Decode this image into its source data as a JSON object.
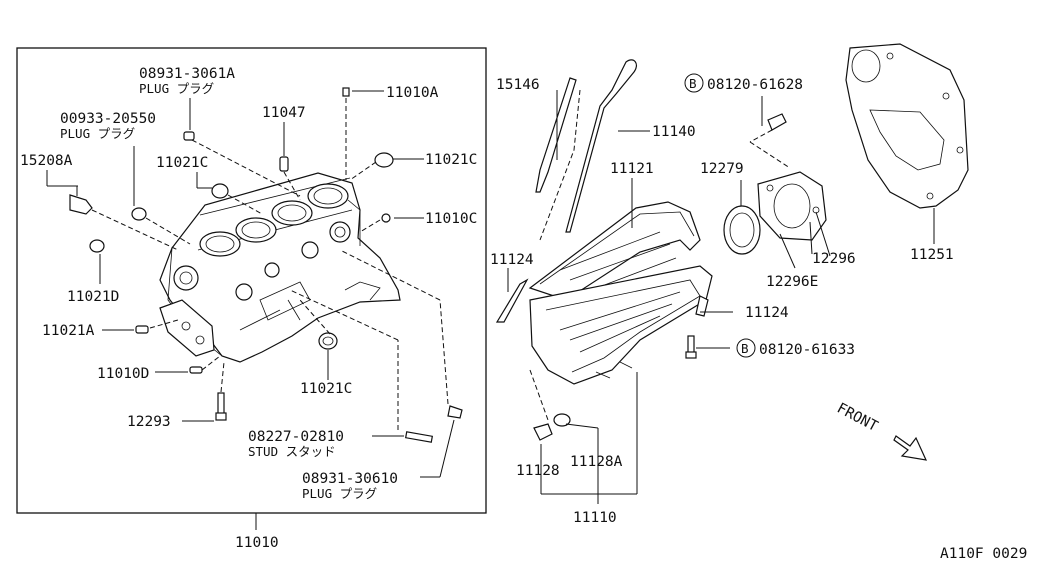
{
  "diagram": {
    "front_label": "FRONT",
    "figure_code": "A110F 0029",
    "callouts": {
      "p_08931_3061A": "08931-3061A",
      "plug_1": "PLUG プラグ",
      "p_00933_20550": "00933-20550",
      "plug_2": "PLUG プラグ",
      "p_11047": "11047",
      "p_11010A": "11010A",
      "p_15208A": "15208A",
      "p_11021C_a": "11021C",
      "p_11021C_b": "11021C",
      "p_11010C": "11010C",
      "p_11021D": "11021D",
      "p_11021A": "11021A",
      "p_11010D": "11010D",
      "p_11021C_c": "11021C",
      "p_12293": "12293",
      "p_08227_02810": "08227-02810",
      "stud": "STUD スタッド",
      "p_08931_30610": "08931-30610",
      "plug_3": "PLUG プラグ",
      "p_11010": "11010",
      "p_15146": "15146",
      "p_11140": "11140",
      "p_11121": "11121",
      "p_11124_a": "11124",
      "p_11124_b": "11124",
      "p_11128": "11128",
      "p_11128A": "11128A",
      "p_11110": "11110",
      "bolt_mark_1": "B",
      "p_08120_61628": "08120-61628",
      "bolt_mark_2": "B",
      "p_08120_61633": "08120-61633",
      "p_12279": "12279",
      "p_12296": "12296",
      "p_12296E": "12296E",
      "p_11251": "11251"
    }
  }
}
